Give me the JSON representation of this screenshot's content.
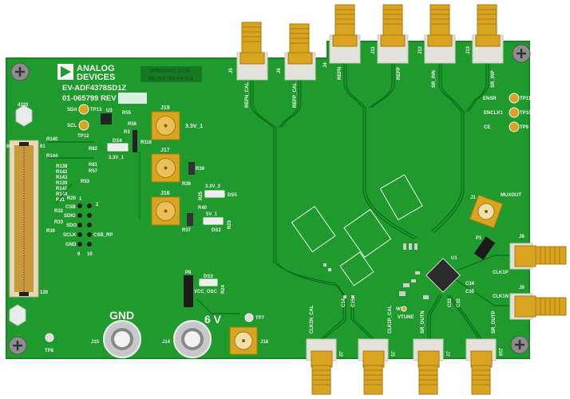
{
  "board": {
    "logo_line1": "ANALOG",
    "logo_line2": "DEVICES",
    "model": "EV-ADF4378SD1Z",
    "revision": "01-065799 REV",
    "side_line1": "PRIMARY SIDE",
    "side_line2": "08-065799 REV-A",
    "colors": {
      "pcb": "#1f9a2c",
      "gold": "#d9a520",
      "silk": "#f4f4f4"
    }
  },
  "connectors_top": [
    {
      "ref": "J5",
      "signal": "REFN_CAL"
    },
    {
      "ref": "J6",
      "signal": "REFP_CAL"
    },
    {
      "ref": "J4",
      "signal": "REFN"
    },
    {
      "ref": "J11",
      "signal": "REFP"
    },
    {
      "ref": "J12",
      "signal": "SR_INN"
    },
    {
      "ref": "J13",
      "signal": "SR_INP"
    }
  ],
  "connectors_bottom": [
    {
      "ref": "J2",
      "signal": "CLK2N_CAL"
    },
    {
      "ref": "J3",
      "signal": "CLK2P_CAL"
    },
    {
      "ref": "J7",
      "signal": "SR_OUTN"
    },
    {
      "ref": "J10",
      "signal": "SR_OUTP"
    }
  ],
  "connectors_right": [
    {
      "ref": "J8",
      "signal": "CLK1P"
    },
    {
      "ref": "J9",
      "signal": "CLK1N"
    }
  ],
  "muxout": {
    "ref": "J1",
    "signal": "MUXOUT"
  },
  "power_smas": [
    {
      "ref": "J19",
      "label": "3.3V_1"
    },
    {
      "ref": "J17",
      "label": ""
    },
    {
      "ref": "J16",
      "label": ""
    }
  ],
  "power_leds": [
    {
      "ref": "DS4",
      "label": "3.3V_1"
    },
    {
      "ref": "DS5",
      "label": "3.3V_2"
    },
    {
      "ref": "DS2",
      "label": "5V_1"
    },
    {
      "ref": "DS3",
      "label": "VCC_OSC"
    }
  ],
  "test_points": [
    {
      "ref": "TP11",
      "label": "ENSR"
    },
    {
      "ref": "TP10",
      "label": "ENCLK1"
    },
    {
      "ref": "TP9",
      "label": "CE"
    },
    {
      "ref": "TP13",
      "label": "SDA"
    },
    {
      "ref": "TP12",
      "label": "SCL"
    },
    {
      "ref": "TP7",
      "label": ""
    },
    {
      "ref": "TP8",
      "label": ""
    },
    {
      "ref": "W1",
      "label": "VTUNE"
    }
  ],
  "banana": [
    {
      "ref": "J15",
      "label": "GND"
    },
    {
      "ref": "J14",
      "label": "6 V"
    }
  ],
  "j18": "J18",
  "header_pins": [
    "CSB",
    "SDIO",
    "SDO",
    "SCLK",
    "GND",
    "CSB_RP"
  ],
  "header_nums": [
    "1",
    "2",
    "9",
    "10"
  ],
  "resistors": [
    "R140",
    "R82",
    "R144",
    "R81",
    "R138",
    "R142",
    "R143",
    "R139",
    "R141",
    "R149",
    "R57",
    "R53",
    "R31",
    "R20",
    "R32",
    "R33",
    "R30",
    "R55",
    "R56",
    "R3",
    "R116",
    "R39",
    "R36",
    "R25",
    "R40",
    "R37",
    "R23",
    "R24"
  ],
  "ics": [
    "U3",
    "U1",
    "P8",
    "P1"
  ],
  "caps": [
    "C14",
    "C15",
    "C34",
    "C35",
    "C33",
    "C32"
  ],
  "misc": [
    "4320",
    "60",
    "61",
    "120"
  ]
}
